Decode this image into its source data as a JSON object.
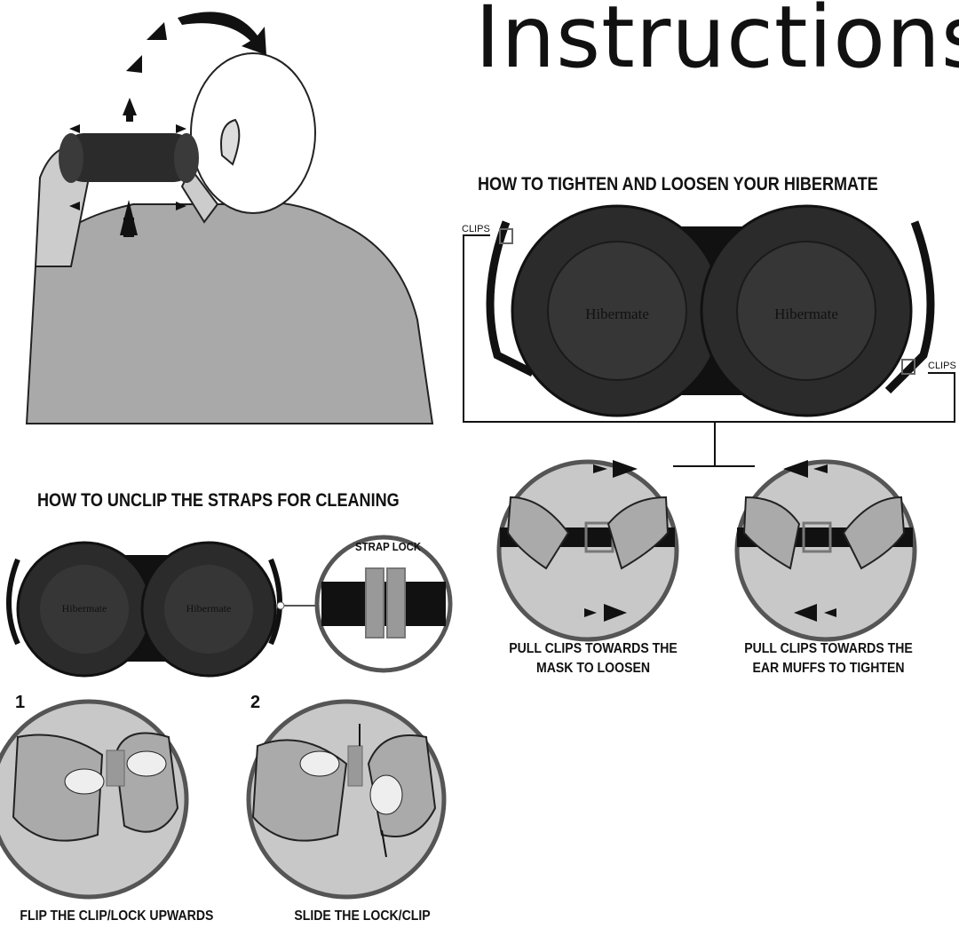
{
  "title": "Instructions",
  "tighten_section": {
    "heading": "HOW TO TIGHTEN AND LOOSEN YOUR HIBERMATE",
    "clip_label_left": "CLIPS",
    "clip_label_right": "CLIPS",
    "logo_text": "Hibermate",
    "loosen_caption": [
      "PULL CLIPS TOWARDS THE",
      "MASK TO LOOSEN"
    ],
    "tighten_caption": [
      "PULL CLIPS TOWARDS THE",
      "EAR MUFFS TO TIGHTEN"
    ]
  },
  "unclip_section": {
    "heading": "HOW TO UNCLIP THE STRAPS FOR CLEANING",
    "strap_lock_label": "STRAP LOCK",
    "logo_text": "Hibermate",
    "steps": [
      {
        "number": "1",
        "caption": "FLIP THE CLIP/LOCK UPWARDS"
      },
      {
        "number": "2",
        "caption": "SLIDE THE LOCK/CLIP"
      }
    ]
  },
  "colors": {
    "mask": "#2b2b2b",
    "skin": "#b8b8b8",
    "shirt": "#a9a9a9",
    "line": "#111111"
  }
}
